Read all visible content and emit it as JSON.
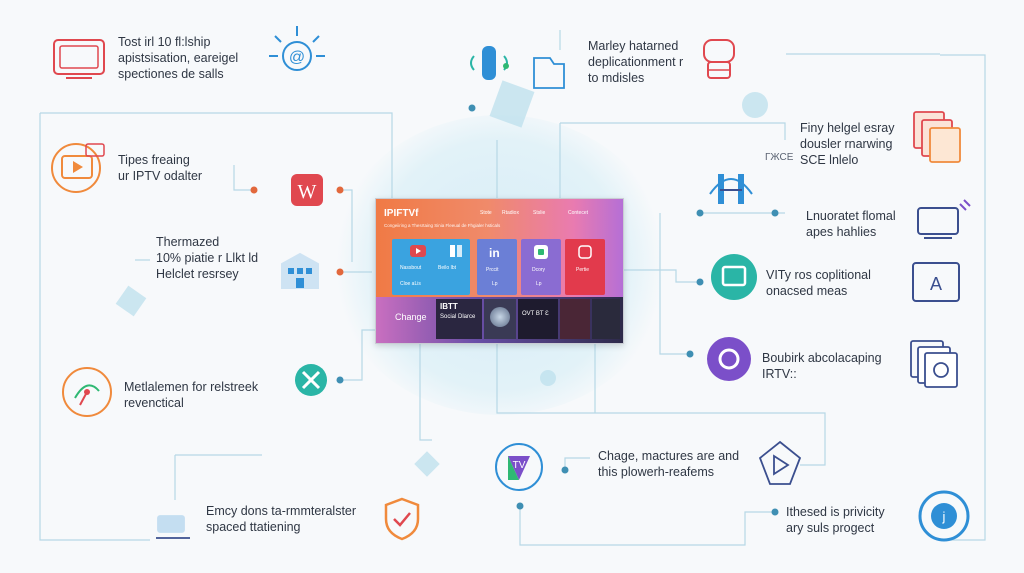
{
  "colors": {
    "line": "#b7d8e6",
    "dot": "#e2683c",
    "red": "#e0484f",
    "orange": "#f08a3c",
    "blue": "#2f8fd6",
    "teal": "#2ab5a6",
    "green": "#2fb873",
    "purple": "#7b4fc9",
    "navy": "#3b4f8f"
  },
  "left_items": [
    {
      "text": "Tost irl 10 fl:lship\napistsisation, eareigel\nspectiones de salls",
      "icon": "tv-monitor-icon"
    },
    {
      "text": "Tipes freaing\nur IPTV odalter",
      "icon": "tv-play-icon"
    },
    {
      "text": "Thermazed\n10% piatie r Llkt ld\nHelclet resrsey",
      "icon": "building-icon"
    },
    {
      "text": "Metlalemen for relstreek\nrevenctical",
      "icon": "satellite-dish-icon"
    },
    {
      "text": "Emcy dons ta-rmmteralster\nspaced ttatiening",
      "icon": "tv-stand-icon"
    }
  ],
  "center_icons": [
    {
      "name": "at-sign-icon"
    },
    {
      "name": "w-logo-icon",
      "text": "W"
    },
    {
      "name": "house-logo-icon"
    },
    {
      "name": "pinwheel-icon"
    },
    {
      "name": "shield-icon"
    },
    {
      "name": "remote-control-icon"
    },
    {
      "name": "tv-logo-icon",
      "text": "TV"
    }
  ],
  "right_items": [
    {
      "text": "Marley hatarned\ndeplicationment r\nto mdisles",
      "icon": "projector-icon"
    },
    {
      "text": "Finy helgel esray\ndousler rnarwing\nSCE lnlelo",
      "icon": "stacked-cards-icon"
    },
    {
      "text": "Lnuoratet flomal\napes hahlies",
      "icon": "wifi-tv-icon"
    },
    {
      "text": "VITy ros coplitional\nonacsed meas",
      "icon": "letter-a-tv-icon"
    },
    {
      "text": "Boubirk abcolacaping\nIRTV::",
      "icon": "layered-screens-icon"
    },
    {
      "text": "Chage, mactures are and\nthis plowerh-reafems",
      "icon": "play-gem-icon"
    },
    {
      "text": "Ithesed is privicity\nary suls progect",
      "icon": "refresh-j-icon"
    }
  ],
  "misc_text": {
    "sce": "ГЖСЕ"
  },
  "screen": {
    "brand": "IPIFTVf",
    "nav": [
      "Stote",
      "Rtadiox",
      "Stslie",
      "Contecet"
    ],
    "subtitle": "Congeiiring a Thesrtaing Sinia Fleeual de Fhgialer hsticals",
    "tiles": [
      {
        "caption": "Nassbout",
        "caption2": "Cloe aLis",
        "icon": "youtube-icon"
      },
      {
        "caption": "Beilo Ibt",
        "caption2": "",
        "icon": "apps-icon"
      },
      {
        "caption": "Prccit",
        "caption2": "Lp",
        "icon": "linkedin-icon",
        "glyph": "in"
      },
      {
        "caption": "Dcory",
        "caption2": "Lp",
        "icon": "app-icon"
      },
      {
        "caption": "Pertie",
        "caption2": "",
        "icon": "music-icon"
      }
    ],
    "strip_label": "Change",
    "thumb_texts": [
      "IBTT",
      "Social Dlarce",
      "",
      "OVT BT Ɛ"
    ]
  }
}
